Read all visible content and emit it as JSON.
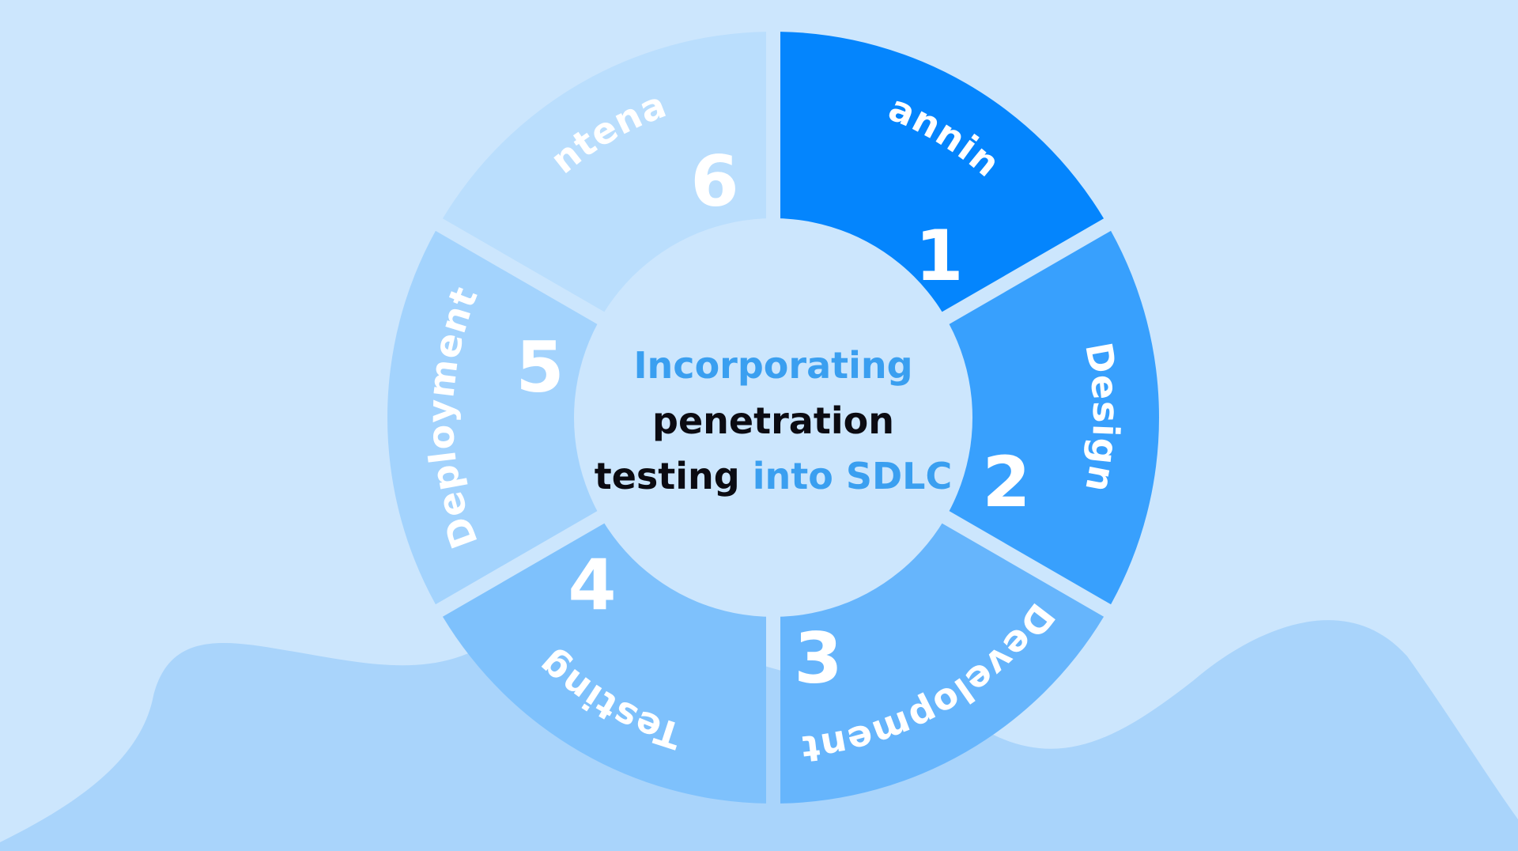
{
  "title": {
    "line1": "Incorporating",
    "line2": "penetration",
    "line3_dark": "testing",
    "line3_blue": " into SDLC"
  },
  "colors": {
    "background": "#cce6fd",
    "wave": "#a9d4fb",
    "accent_text": "#3a9ff0",
    "dark_text": "#0b0b12",
    "center_disk": "#cce6fd"
  },
  "phases": [
    {
      "number": "1",
      "label": "Planning",
      "color": "#0485fd"
    },
    {
      "number": "2",
      "label": "Design",
      "color": "#38a0fd"
    },
    {
      "number": "3",
      "label": "Development",
      "color": "#66b5fc"
    },
    {
      "number": "4",
      "label": "Testing",
      "color": "#7ec1fc"
    },
    {
      "number": "5",
      "label": "Deployment",
      "color": "#a3d3fd"
    },
    {
      "number": "6",
      "label": "Maintenance",
      "color": "#badefd"
    }
  ]
}
